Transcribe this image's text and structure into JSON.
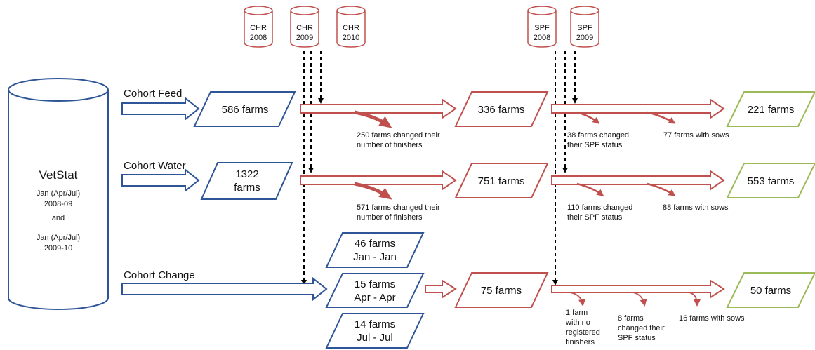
{
  "colors": {
    "blue": "#2E5597",
    "red": "#C0504D",
    "green": "#9BBB59",
    "black": "#000000"
  },
  "vetstat": {
    "title": "VetStat",
    "lines": [
      "Jan (Apr/Jul)",
      "2008-09",
      "and",
      "Jan (Apr/Jul)",
      "2009-10"
    ]
  },
  "databases": [
    {
      "id": "chr2008",
      "lines": [
        "CHR",
        "2008"
      ]
    },
    {
      "id": "chr2009",
      "lines": [
        "CHR",
        "2009"
      ]
    },
    {
      "id": "chr2010",
      "lines": [
        "CHR",
        "2010"
      ]
    },
    {
      "id": "spf2008",
      "lines": [
        "SPF",
        "2008"
      ]
    },
    {
      "id": "spf2009",
      "lines": [
        "SPF",
        "2009"
      ]
    }
  ],
  "cohort_feed": {
    "label": "Cohort Feed",
    "start": [
      "586 farms"
    ],
    "mid": [
      "336 farms"
    ],
    "end": [
      "221 farms"
    ],
    "drop1": [
      "250 farms changed their",
      "number of finishers"
    ],
    "drop2": [
      "38 farms changed",
      "their SPF status"
    ],
    "drop3": [
      "77 farms with sows"
    ]
  },
  "cohort_water": {
    "label": "Cohort Water",
    "start": [
      "1322",
      "farms"
    ],
    "mid": [
      "751 farms"
    ],
    "end": [
      "553 farms"
    ],
    "drop1": [
      "571 farms changed their",
      "number of finishers"
    ],
    "drop2": [
      "110 farms  changed",
      "their SPF status"
    ],
    "drop3": [
      "88 farms with sows"
    ]
  },
  "cohort_change": {
    "label": "Cohort Change",
    "boxes": [
      [
        "46 farms",
        "Jan - Jan"
      ],
      [
        "15 farms",
        "Apr - Apr"
      ],
      [
        "14 farms",
        "Jul - Jul"
      ]
    ],
    "mid": [
      "75 farms"
    ],
    "end": [
      "50 farms"
    ],
    "drop1": [
      "1 farm",
      "with no",
      "registered",
      "finishers"
    ],
    "drop2": [
      "8 farms",
      "changed their",
      "SPF status"
    ],
    "drop3": [
      "16 farms with sows"
    ]
  }
}
